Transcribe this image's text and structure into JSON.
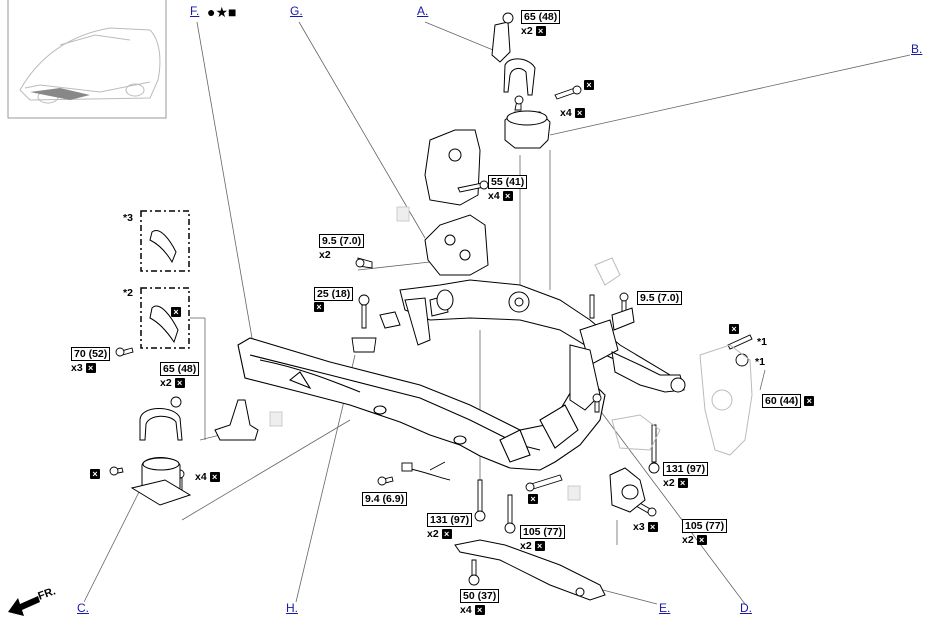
{
  "callouts": {
    "a": "A.",
    "b": "B.",
    "c": "C.",
    "d": "D.",
    "e": "E.",
    "f": "F.",
    "g": "G.",
    "h": "H."
  },
  "symbols": {
    "circle": "●",
    "star": "★",
    "square": "■"
  },
  "torques": {
    "t1": {
      "value": "65 (48)",
      "count": "x2"
    },
    "t2": {
      "value": "",
      "count": "x4"
    },
    "t3": {
      "value": "55 (41)",
      "count": "x4"
    },
    "t4": {
      "value": "9.5 (7.0)",
      "count": "x2"
    },
    "t5": {
      "value": "25 (18)",
      "count": ""
    },
    "t6": {
      "value": "70 (52)",
      "count": "x3"
    },
    "t7": {
      "value": "65 (48)",
      "count": "x2"
    },
    "t8": {
      "value": "",
      "count": "x4"
    },
    "t9": {
      "value": "9.5 (7.0)",
      "count": ""
    },
    "t10": {
      "value": "60 (44)",
      "count": ""
    },
    "t11": {
      "value": "131 (97)",
      "count": "x2"
    },
    "t12": {
      "value": "9.4 (6.9)",
      "count": ""
    },
    "t13": {
      "value": "131 (97)",
      "count": "x2"
    },
    "t14": {
      "value": "105 (77)",
      "count": "x2"
    },
    "t15": {
      "value": "",
      "count": "x3"
    },
    "t16": {
      "value": "105 (77)",
      "count": "x2"
    },
    "t17": {
      "value": "50 (37)",
      "count": "x4"
    }
  },
  "notes": {
    "n1": "*3",
    "n2": "*2",
    "n3": "*1",
    "n4": "*1"
  },
  "direction": "FR.",
  "x_mark": "×"
}
